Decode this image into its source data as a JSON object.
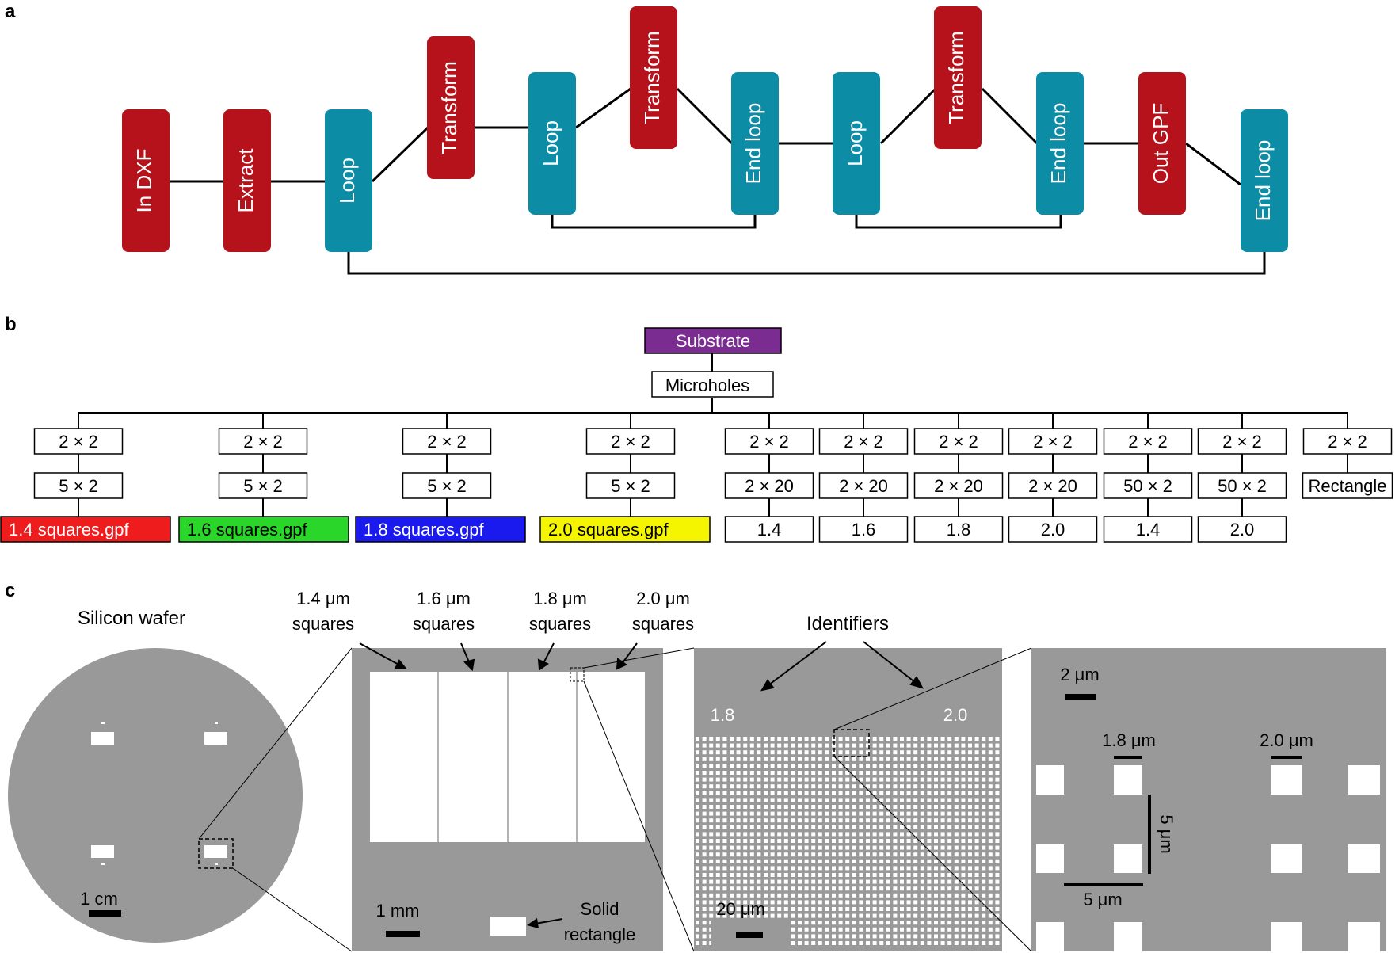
{
  "colors": {
    "red_node": "#b5121b",
    "teal_node": "#0d8ca5",
    "substrate": "#7b2c91",
    "gray": "#999999",
    "gpf_14": "#ee1c1c",
    "gpf_16": "#2bd62b",
    "gpf_18": "#1a1aee",
    "gpf_20": "#f5f500"
  },
  "panel_a": {
    "label": "a",
    "nodes": [
      "In DXF",
      "Extract",
      "Loop",
      "Transform",
      "Loop",
      "Transform",
      "End loop",
      "Loop",
      "Transform",
      "End loop",
      "Out GPF",
      "End loop"
    ],
    "node_icons": [
      "red",
      "red",
      "teal",
      "red",
      "teal",
      "red",
      "teal",
      "teal",
      "red",
      "teal",
      "red",
      "teal"
    ]
  },
  "panel_b": {
    "label": "b",
    "root": "Substrate",
    "child": "Microholes",
    "branches": [
      [
        "2 × 2",
        "5 × 2",
        "1.4 squares.gpf"
      ],
      [
        "2 × 2",
        "5 × 2",
        "1.6 squares.gpf"
      ],
      [
        "2 × 2",
        "5 × 2",
        "1.8 squares.gpf"
      ],
      [
        "2 × 2",
        "5 × 2",
        "2.0 squares.gpf"
      ],
      [
        "2 × 2",
        "2 × 20",
        "1.4"
      ],
      [
        "2 × 2",
        "2 × 20",
        "1.6"
      ],
      [
        "2 × 2",
        "2 × 20",
        "1.8"
      ],
      [
        "2 × 2",
        "2 × 20",
        "2.0"
      ],
      [
        "2 × 2",
        "50 × 2",
        "1.4"
      ],
      [
        "2 × 2",
        "50 × 2",
        "2.0"
      ],
      [
        "2 × 2",
        "Rectangle"
      ]
    ]
  },
  "panel_c": {
    "label": "c",
    "wafer_title": "Silicon wafer",
    "wafer_scale": "1 cm",
    "squares_labels": [
      [
        "1.4 μm",
        "squares"
      ],
      [
        "1.6 μm",
        "squares"
      ],
      [
        "1.8 μm",
        "squares"
      ],
      [
        "2.0 μm",
        "squares"
      ]
    ],
    "chip_scale": "1 mm",
    "solid_rect_label": [
      "Solid",
      "rectangle"
    ],
    "identifiers_label": "Identifiers",
    "id_left": "1.8",
    "id_right": "2.0",
    "array_scale": "20 μm",
    "zoom_scale": "2 μm",
    "zoom_label_left": "1.8 μm",
    "zoom_label_right": "2.0 μm",
    "pitch_v": "5 μm",
    "pitch_h": "5 μm"
  }
}
